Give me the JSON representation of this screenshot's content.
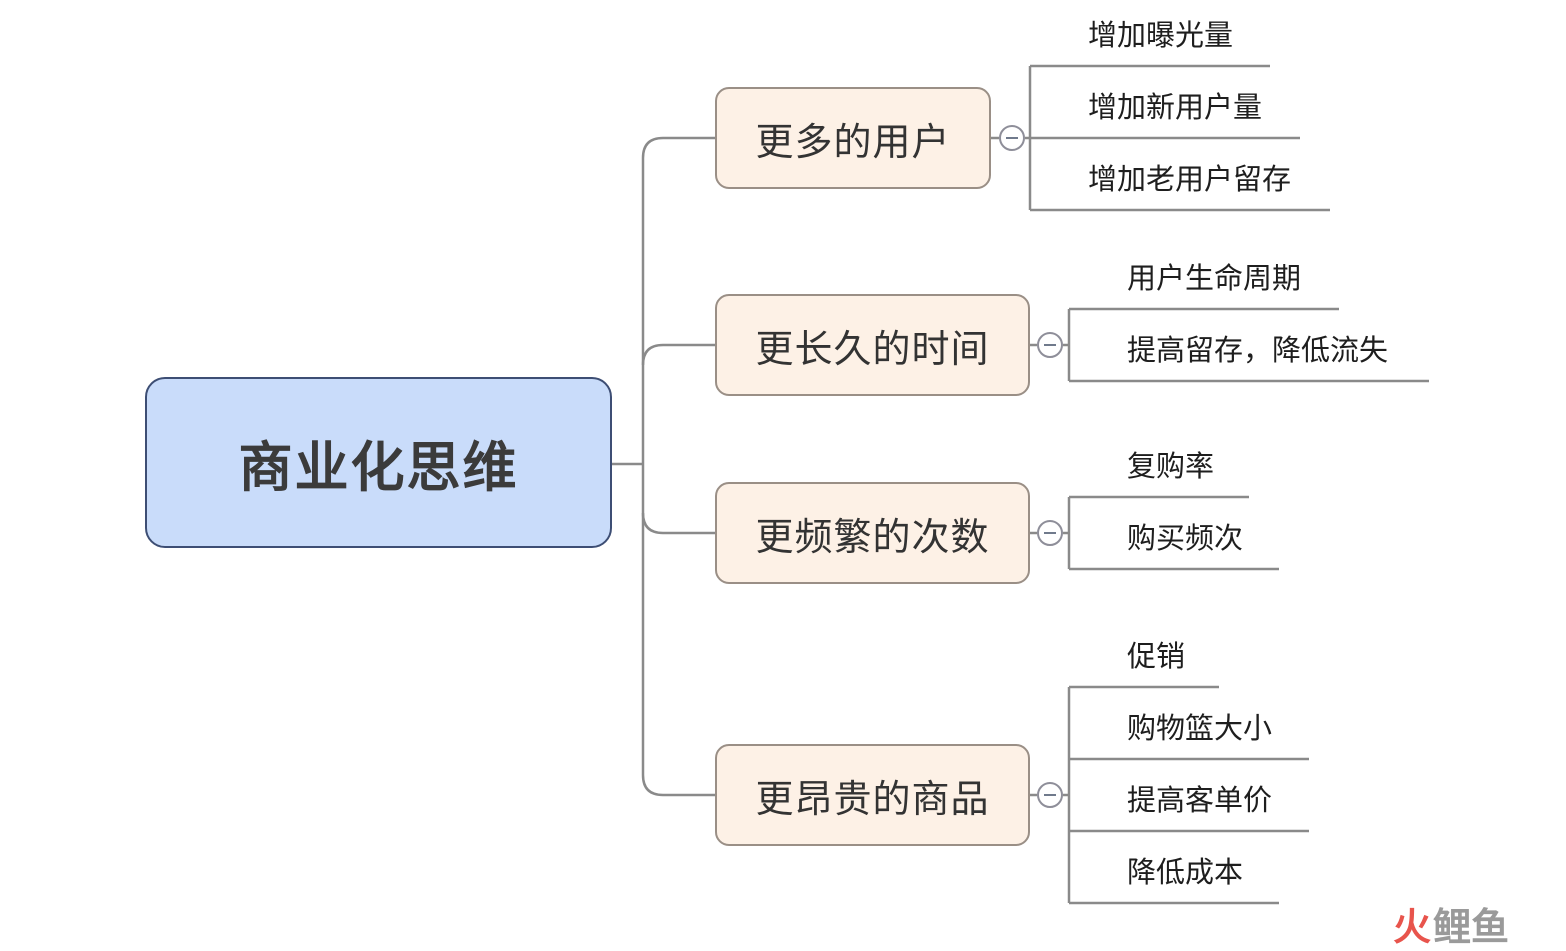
{
  "root": {
    "label": "商业化思维"
  },
  "branches": [
    {
      "label": "更多的用户",
      "children": [
        "增加曝光量",
        "增加新用户量",
        "增加老用户留存"
      ]
    },
    {
      "label": "更长久的时间",
      "children": [
        "用户生命周期",
        "提高留存，降低流失"
      ]
    },
    {
      "label": "更频繁的次数",
      "children": [
        "复购率",
        "购买频次"
      ]
    },
    {
      "label": "更昂贵的商品",
      "children": [
        "促销",
        "购物篮大小",
        "提高客单价",
        "降低成本"
      ]
    }
  ],
  "watermark": {
    "part1": "火",
    "part2": "鲤鱼"
  },
  "colors": {
    "root_fill": "#c9dcfa",
    "root_border": "#3d4e74",
    "branch_fill": "#fdf1e6",
    "branch_border": "#9a8f86",
    "connector": "#8a8a8a",
    "watermark_red": "#e8544c"
  }
}
